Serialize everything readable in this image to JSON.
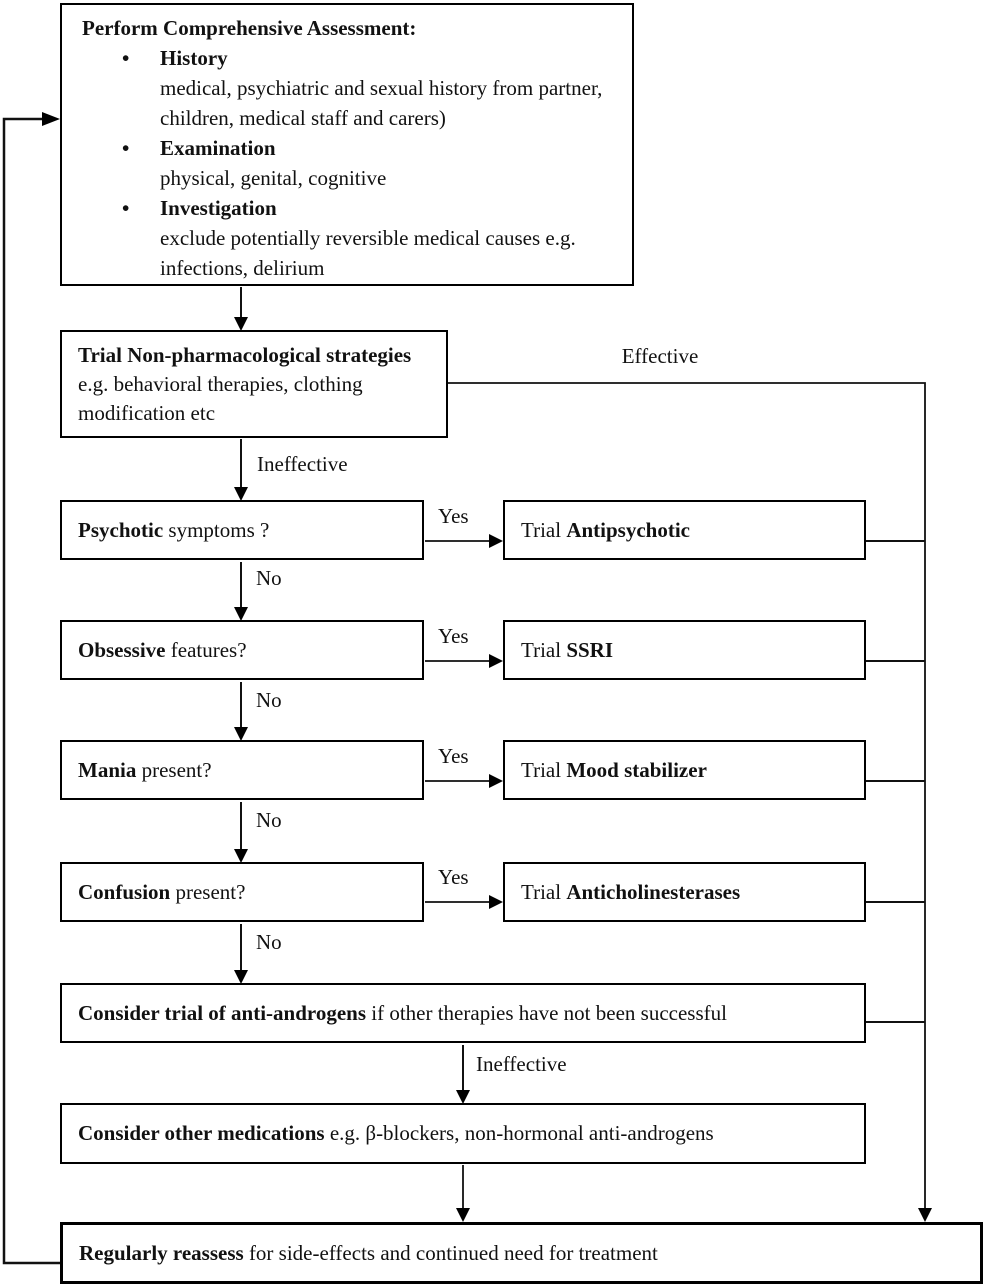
{
  "colors": {
    "ink": "#111111",
    "box_border": "#000000",
    "background": "#ffffff"
  },
  "flowchart": {
    "assessment": {
      "title": "Perform Comprehensive Assessment:",
      "bullet_glyph": "•",
      "items": [
        {
          "term": "History",
          "detail": "medical, psychiatric and sexual history from partner, children, medical staff and carers)"
        },
        {
          "term": "Examination",
          "detail": "physical, genital, cognitive"
        },
        {
          "term": "Investigation",
          "detail": "exclude potentially reversible medical causes e.g. infections, delirium"
        }
      ]
    },
    "nonpharm": {
      "bold": "Trial Non-pharmacological strategies",
      "rest": " e.g. behavioral therapies, clothing modification etc"
    },
    "rows": [
      {
        "question_bold": "Psychotic",
        "question_rest": " symptoms ?",
        "yes_label": "Yes",
        "no_label": "No",
        "treatment_prefix": "Trial ",
        "treatment_bold": "Antipsychotic"
      },
      {
        "question_bold": "Obsessive",
        "question_rest": " features?",
        "yes_label": "Yes",
        "no_label": "No",
        "treatment_prefix": "Trial ",
        "treatment_bold": "SSRI"
      },
      {
        "question_bold": "Mania",
        "question_rest": " present?",
        "yes_label": "Yes",
        "no_label": "No",
        "treatment_prefix": "Trial ",
        "treatment_bold": "Mood stabilizer"
      },
      {
        "question_bold": "Confusion",
        "question_rest": " present?",
        "yes_label": "Yes",
        "no_label": "No",
        "treatment_prefix": "Trial ",
        "treatment_bold": "Anticholinesterases"
      }
    ],
    "antiandrogens": {
      "bold": "Consider trial of anti-androgens",
      "rest": " if other therapies have not been successful"
    },
    "othermeds": {
      "bold": "Consider other medications",
      "rest": " e.g. β-blockers, non-hormonal anti-androgens"
    },
    "reassess": {
      "bold": "Regularly reassess",
      "rest": " for side-effects and continued need for treatment"
    },
    "edge_labels": {
      "effective": "Effective",
      "ineffective_nonpharm": "Ineffective",
      "ineffective_antiandrogens": "Ineffective"
    }
  }
}
